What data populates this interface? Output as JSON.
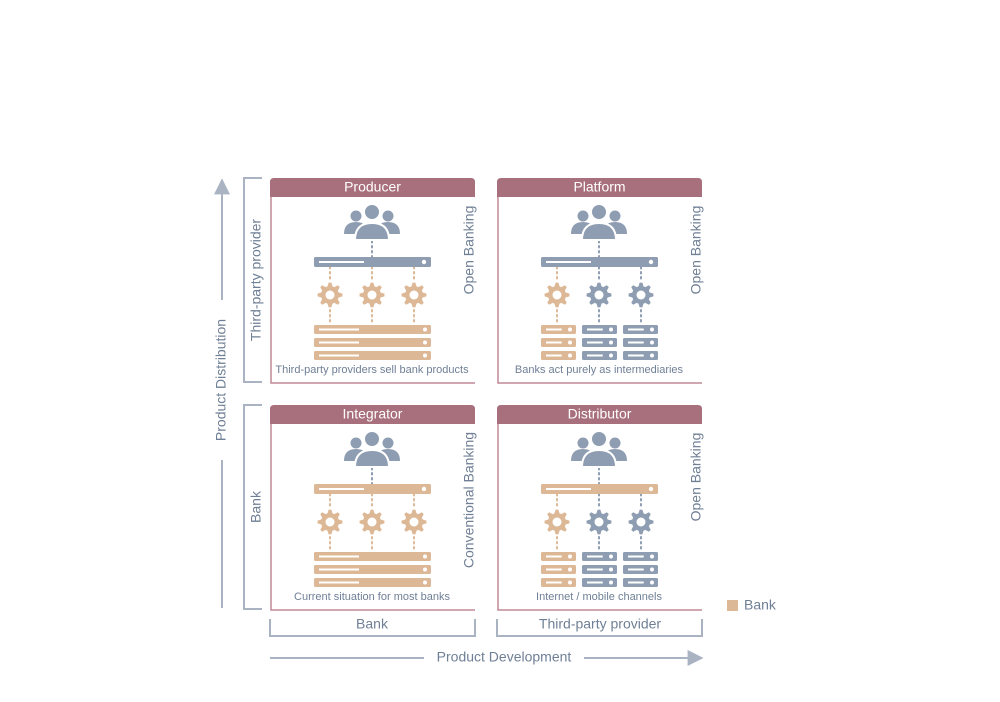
{
  "colors": {
    "header": "#a8707c",
    "frame": "#c08a97",
    "blue": "#8e9db1",
    "bank": "#ddb896",
    "text": "#6f7f95",
    "axis": "#a9b3c2"
  },
  "icons": {
    "users": "users-icon",
    "gear": "gear-icon",
    "server": "server-rack-icon",
    "bar": "channel-bar-icon"
  },
  "axes": {
    "y_title": "Product Distribution",
    "x_title": "Product Development",
    "y_top": "Third-party provider",
    "y_bottom": "Bank",
    "x_left": "Bank",
    "x_right": "Third-party provider"
  },
  "legend": {
    "label": "Bank"
  },
  "quadrants": [
    {
      "id": "producer",
      "title": "Producer",
      "side_label": "Open Banking",
      "caption": "Third-party providers sell bank products",
      "bar_owner": "third-party",
      "gears": [
        "bank",
        "bank",
        "bank"
      ],
      "servers": "bank-wide"
    },
    {
      "id": "platform",
      "title": "Platform",
      "side_label": "Open Banking",
      "caption": "Banks act purely as intermediaries",
      "bar_owner": "third-party",
      "gears": [
        "bank",
        "third-party",
        "third-party"
      ],
      "servers": "split"
    },
    {
      "id": "integrator",
      "title": "Integrator",
      "side_label": "Conventional Banking",
      "caption": "Current situation for most banks",
      "bar_owner": "bank",
      "gears": [
        "bank",
        "bank",
        "bank"
      ],
      "servers": "bank-wide"
    },
    {
      "id": "distributor",
      "title": "Distributor",
      "side_label": "Open Banking",
      "caption": "Internet / mobile channels",
      "bar_owner": "bank",
      "gears": [
        "bank",
        "third-party",
        "third-party"
      ],
      "servers": "split"
    }
  ]
}
